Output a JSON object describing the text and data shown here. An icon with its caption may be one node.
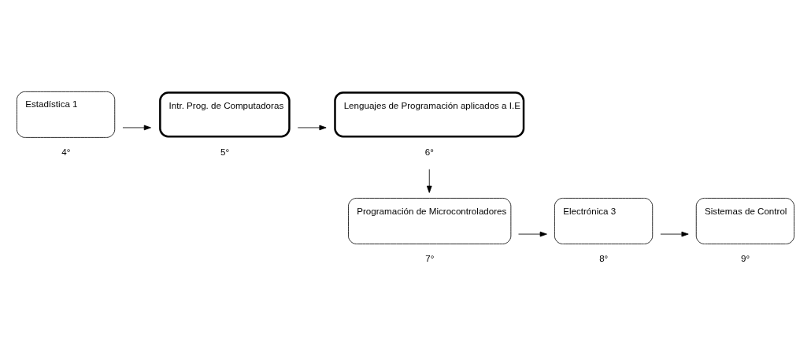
{
  "diagram": {
    "nodes": [
      {
        "text": [
          "Estadística 1"
        ],
        "beside": [
          "4°"
        ]
      },
      {
        "text": [
          "Intr. Prog. de Computadoras"
        ],
        "beside": [
          "5°"
        ]
      },
      {
        "text": [
          "Lenguajes de Programación aplicados a I.E"
        ],
        "beside": [
          "6°"
        ]
      },
      {
        "text": [
          "Programación de Microcontroladores"
        ],
        "beside": [
          "7°"
        ]
      },
      {
        "text": [
          "Electrónica 3"
        ],
        "beside": [
          "8°"
        ]
      },
      {
        "text": [
          "Sistemas de Control"
        ],
        "beside": [
          "9°"
        ]
      }
    ],
    "edges": [
      {
        "from": 0,
        "to": 1,
        "arrow": "to"
      },
      {
        "from": 1,
        "to": 2,
        "arrow": "to"
      },
      {
        "from": 2,
        "to": 3,
        "arrow": "to"
      },
      {
        "from": 3,
        "to": 4,
        "arrow": "to"
      },
      {
        "from": 4,
        "to": 5,
        "arrow": "to"
      }
    ]
  }
}
